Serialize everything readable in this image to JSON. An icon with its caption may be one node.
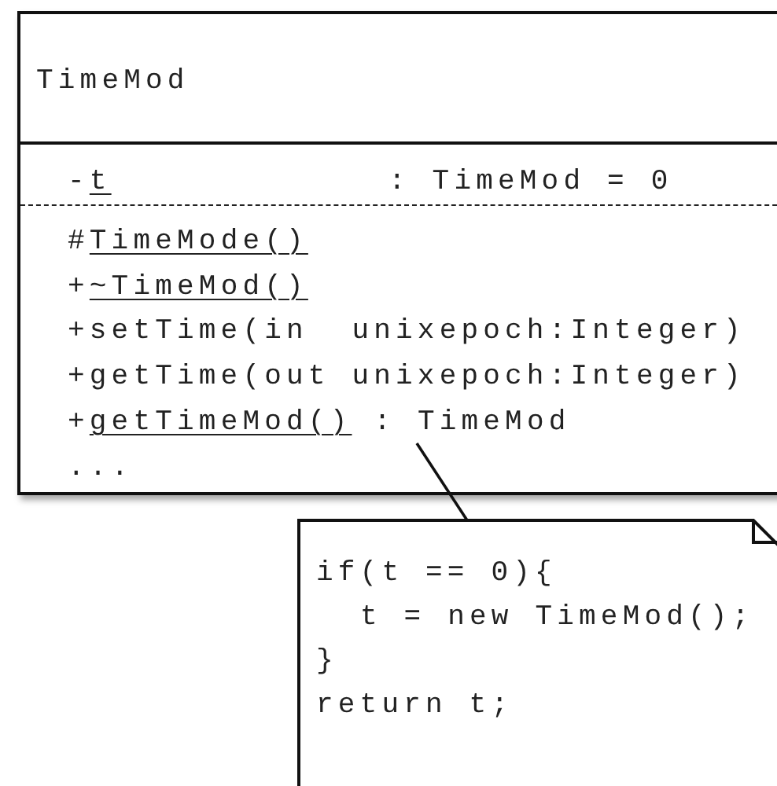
{
  "diagram": {
    "nodes": [
      {
        "text": [
          "TimeMod",
          "-t",
          ": TimeMod = 0",
          "#TimeMode()",
          "+~TimeMod()",
          "+setTime(in  unixepoch:Integer)",
          "+getTime(out unixepoch:Integer)",
          "+getTimeMod() : TimeMod",
          "..."
        ]
      },
      {
        "text": [
          "if(t == 0){",
          "t = new TimeMod();",
          "}",
          "return t;"
        ]
      }
    ],
    "edges": [
      {
        "from": 1,
        "to": 0,
        "arrow": "none"
      }
    ]
  }
}
